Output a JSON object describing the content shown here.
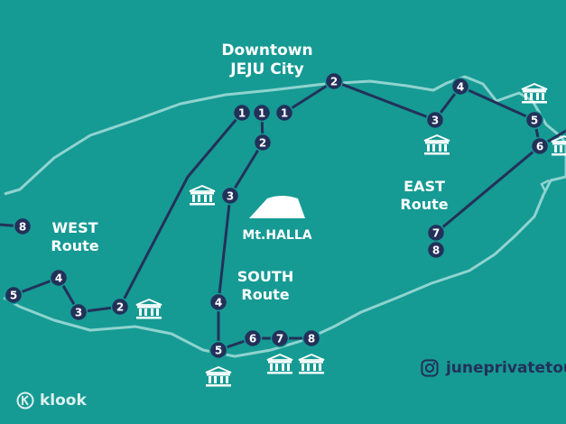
{
  "colors": {
    "background": "#169a94",
    "route": "#22315a",
    "island_outline": "#8fd3cf",
    "label": "#ffffff",
    "stop_text": "#ffffff"
  },
  "labels": {
    "city_line1": "Downtown",
    "city_line2": "JEJU City",
    "west_line1": "WEST",
    "west_line2": "Route",
    "south_line1": "SOUTH",
    "south_line2": "Route",
    "east_line1": "EAST",
    "east_line2": "Route",
    "mountain": "Mt.HALLA"
  },
  "icons": {
    "museum": "museum-icon",
    "mountain": "mountain-icon",
    "instagram": "instagram-icon",
    "brand": "klook-logo-icon"
  },
  "social": {
    "handle": "juneprivatetou"
  },
  "brand": {
    "name": "klook"
  },
  "routes": {
    "west": [
      "1",
      "2",
      "3",
      "4",
      "5",
      "8"
    ],
    "south": [
      "1",
      "2",
      "3",
      "4",
      "5",
      "6",
      "7",
      "8"
    ],
    "east": [
      "1",
      "2",
      "3",
      "4",
      "5",
      "6",
      "7",
      "8"
    ]
  }
}
